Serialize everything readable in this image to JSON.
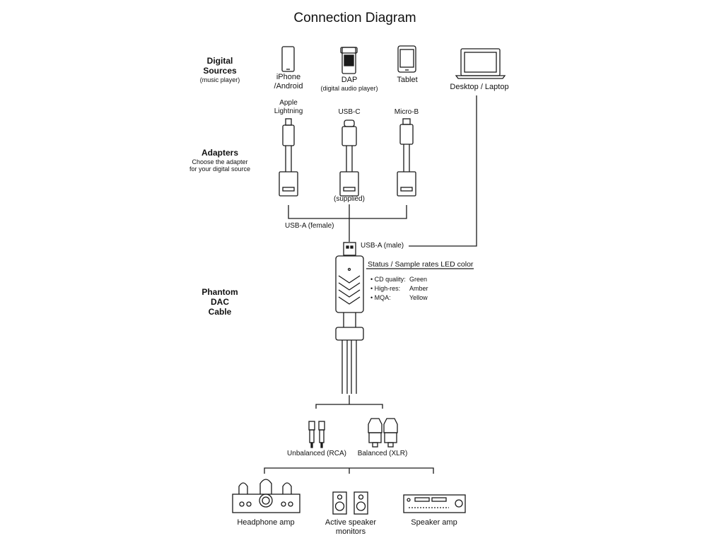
{
  "title": "Connection Diagram",
  "sections": {
    "digital_sources": {
      "title": "Digital\nSources",
      "subtitle": "(music player)"
    },
    "adapters": {
      "title": "Adapters",
      "subtitle": "Choose the adapter\nfor your digital source"
    },
    "phantom": {
      "title": "Phantom\nDAC\nCable"
    }
  },
  "sources": {
    "iphone": "iPhone\n/Android",
    "dap": "DAP",
    "dap_sub": "(digital audio player)",
    "tablet": "Tablet",
    "desktop": "Desktop / Laptop"
  },
  "connectors": {
    "lightning": "Apple\nLightning",
    "usbc": "USB-C",
    "microb": "Micro-B",
    "supplied": "(supplied)",
    "usba_female": "USB-A (female)",
    "usba_male": "USB-A (male)"
  },
  "led": {
    "title": "Status / Sample rates LED color",
    "rows": [
      {
        "label": "• CD quality:",
        "color": "Green"
      },
      {
        "label": "• High-res:",
        "color": "Amber"
      },
      {
        "label": "• MQA:",
        "color": "Yellow"
      }
    ]
  },
  "outputs": {
    "rca": "Unbalanced (RCA)",
    "xlr": "Balanced (XLR)"
  },
  "devices": {
    "headphone_amp": "Headphone amp",
    "monitors": "Active speaker\nmonitors",
    "speaker_amp": "Speaker amp"
  }
}
